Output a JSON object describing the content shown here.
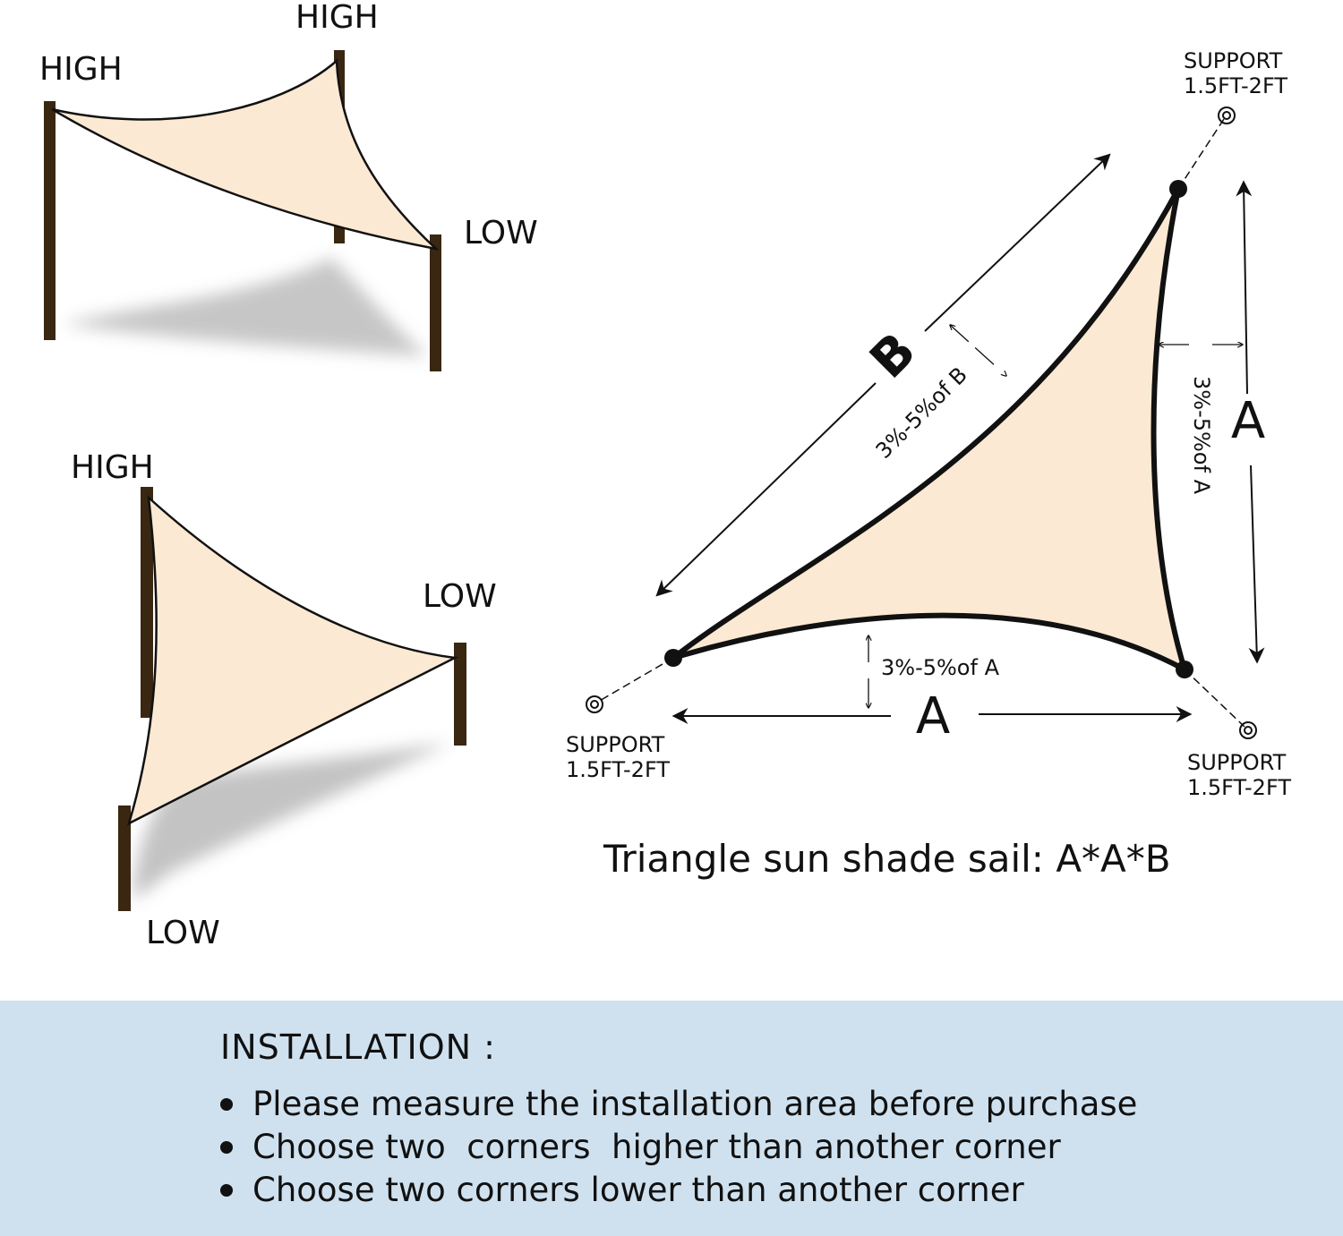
{
  "colors": {
    "sail_fill": "#fbe9d3",
    "pole": "#3a2712",
    "shadow": "#bdbdbd",
    "outline": "#111111",
    "panel_bg": "#cfe1ef"
  },
  "scene_top": {
    "label_high_left": "HIGH",
    "label_high_right": "HIGH",
    "label_low": "LOW"
  },
  "scene_bottom": {
    "label_high": "HIGH",
    "label_low_right": "LOW",
    "label_low_bottom": "LOW"
  },
  "sail_diagram": {
    "support_label": "SUPPORT",
    "support_height": "1.5FT-2FT",
    "side_a": "A",
    "side_b": "B",
    "sag_b": "3%-5%of B",
    "sag_a": "3%-5%of A",
    "caption": "Triangle sun shade sail: A*A*B"
  },
  "installation": {
    "title": "INSTALLATION :",
    "items": [
      "Please measure the installation area before purchase",
      "Choose two  corners  higher than another corner",
      "Choose two corners lower than another corner"
    ]
  }
}
